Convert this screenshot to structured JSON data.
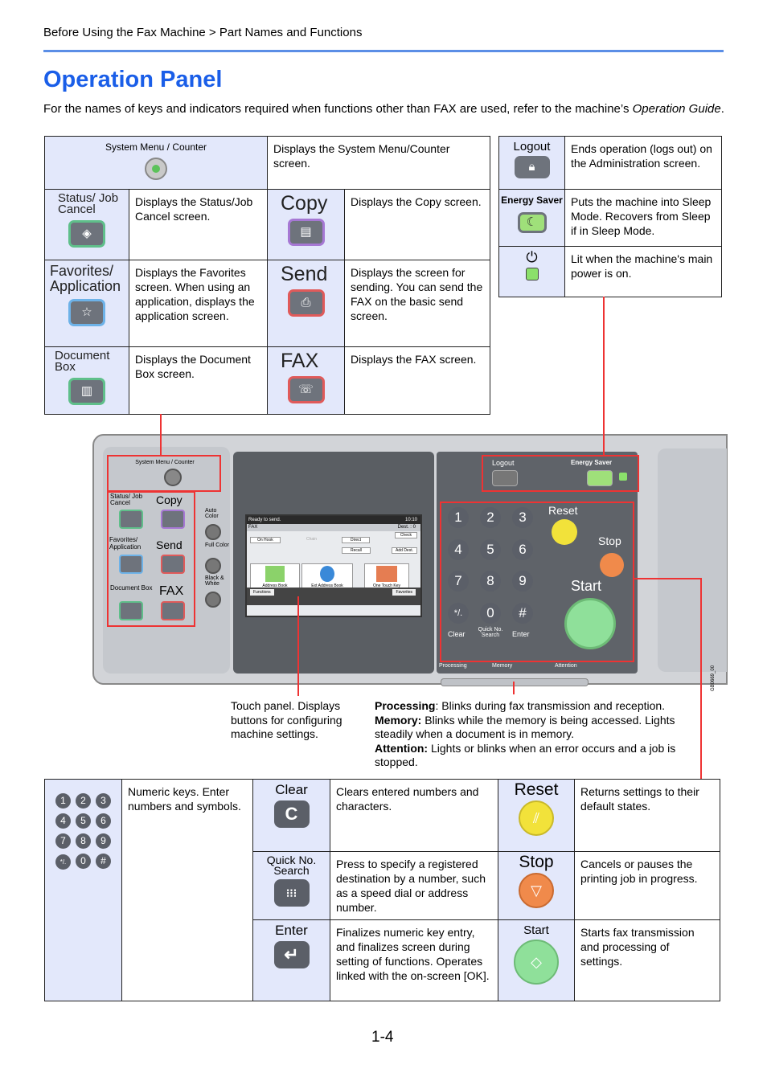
{
  "breadcrumb": "Before Using the Fax Machine > Part Names and Functions",
  "title": "Operation Panel",
  "intro": "For the names of keys and indicators required when functions other than FAX are used, refer to the machine’s",
  "intro_em": "Operation Guide",
  "top_table": {
    "system_menu": {
      "label": "System Menu / Counter",
      "desc": "Displays the System Menu/Counter screen."
    },
    "status": {
      "label": "Status/ Job Cancel",
      "desc": "Displays the Status/Job Cancel screen."
    },
    "copy": {
      "label": "Copy",
      "desc": "Displays the Copy screen."
    },
    "favorites": {
      "label": "Favorites/ Application",
      "desc": "Displays the Favorites screen. When using an application, displays the application screen."
    },
    "send": {
      "label": "Send",
      "desc": "Displays the screen for sending. You can send the FAX on the basic send screen."
    },
    "docbox": {
      "label": "Document Box",
      "desc": "Displays the Document Box screen."
    },
    "fax": {
      "label": "FAX",
      "desc": "Displays the FAX screen."
    }
  },
  "right_table": {
    "logout": {
      "label": "Logout",
      "desc": "Ends operation (logs out) on the Administration screen."
    },
    "energy": {
      "label": "Energy Saver",
      "desc": "Puts the machine into Sleep Mode. Recovers from Sleep if in Sleep Mode."
    },
    "power": {
      "desc": "Lit when the machine's main power is on."
    }
  },
  "panel": {
    "system_menu": "System Menu / Counter",
    "status": "Status/ Job Cancel",
    "copy": "Copy",
    "favorites": "Favorites/ Application",
    "send": "Send",
    "docbox": "Document Box",
    "fax": "FAX",
    "auto_color": "Auto Color",
    "full_color": "Full Color",
    "bw": "Black & White",
    "screen_ready": "Ready to send.",
    "screen_time": "10:10",
    "screen_fax": "FAX",
    "screen_dest": "Dest. :",
    "screen_dest_count": "0",
    "screen_check": "Check",
    "screen_onhook": "On Hook",
    "screen_chain": "Chain",
    "screen_direct": "Direct",
    "screen_recall": "Recall",
    "screen_adddest": "Add Dest.",
    "screen_addressbook": "Address Book",
    "screen_extaddress": "Ext Address Book",
    "screen_onetouch": "One Touch Key",
    "screen_functions": "Functions",
    "screen_favorites": "Favorites",
    "logout": "Logout",
    "energy": "Energy Saver",
    "reset": "Reset",
    "stop": "Stop",
    "start": "Start",
    "clear": "Clear",
    "quickno": "Quick No. Search",
    "enter": "Enter",
    "processing": "Processing",
    "memory": "Memory",
    "attention": "Attention",
    "figure_id": "GB0669_00"
  },
  "captions": {
    "touch": "Touch panel. Displays buttons for configuring machine settings.",
    "processing_label": "Processing",
    "processing_text": ": Blinks during fax transmission and reception.",
    "memory_label": "Memory:",
    "memory_text": " Blinks while the memory is being accessed. Lights steadily when a document is in memory.",
    "attention_label": "Attention:",
    "attention_text": " Lights or blinks when an error occurs and a job is stopped."
  },
  "bottom_table": {
    "numeric_desc": "Numeric keys. Enter numbers and symbols.",
    "clear": {
      "label": "Clear",
      "desc": "Clears entered numbers and characters."
    },
    "reset": {
      "label": "Reset",
      "desc": "Returns settings to their default states."
    },
    "quickno": {
      "label": "Quick No. Search",
      "desc": "Press to specify a registered destination by a number, such as a speed dial or address number."
    },
    "stop": {
      "label": "Stop",
      "desc": "Cancels or pauses the printing job in progress."
    },
    "enter": {
      "label": "Enter",
      "desc": "Finalizes numeric key entry, and finalizes screen during setting of functions. Operates linked with the on-screen [OK]."
    },
    "start": {
      "label": "Start",
      "desc": "Starts fax transmission and processing of settings."
    }
  },
  "page_number": "1-4",
  "colors": {
    "accent": "#1a5ee8",
    "rule": "#5b8ee6",
    "callout": "#ee3333",
    "key_bg": "#e3e8fb"
  }
}
